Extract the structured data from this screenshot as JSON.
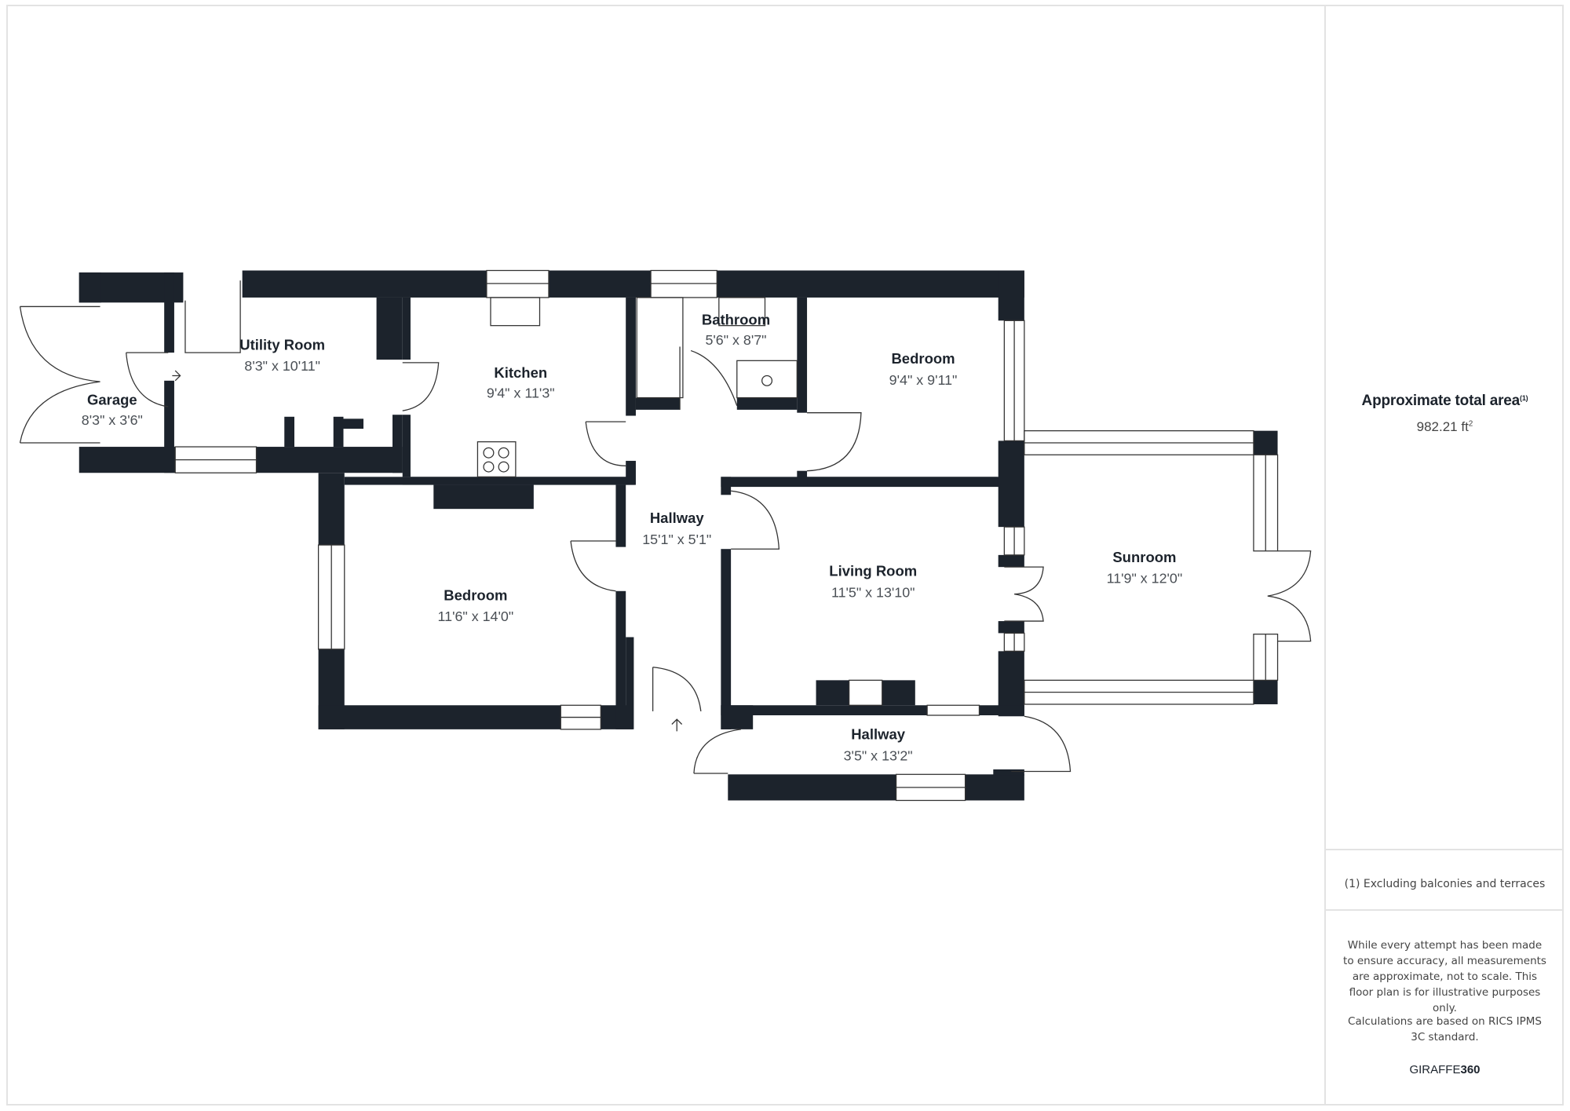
{
  "floorplan": {
    "rooms": [
      {
        "id": "garage",
        "name": "Garage",
        "dims": "8'3\" x 3'6\""
      },
      {
        "id": "utility",
        "name": "Utility Room",
        "dims": "8'3\" x 10'11\""
      },
      {
        "id": "kitchen",
        "name": "Kitchen",
        "dims": "9'4\" x 11'3\""
      },
      {
        "id": "bathroom",
        "name": "Bathroom",
        "dims": "5'6\" x 8'7\""
      },
      {
        "id": "bedroom1",
        "name": "Bedroom",
        "dims": "9'4\" x 9'11\""
      },
      {
        "id": "bedroom2",
        "name": "Bedroom",
        "dims": "11'6\" x 14'0\""
      },
      {
        "id": "hallway1",
        "name": "Hallway",
        "dims": "15'1\" x 5'1\""
      },
      {
        "id": "living",
        "name": "Living Room",
        "dims": "11'5\" x 13'10\""
      },
      {
        "id": "sunroom",
        "name": "Sunroom",
        "dims": "11'9\" x 12'0\""
      },
      {
        "id": "hallway2",
        "name": "Hallway",
        "dims": "3'5\" x 13'2\""
      }
    ],
    "wall_color": "#1c232c"
  },
  "sidebar": {
    "area_title": "Approximate total area",
    "area_footnote_marker": "(1)",
    "area_value": "982.21 ft",
    "area_unit_exp": "2",
    "footnote": "(1) Excluding balconies and terraces",
    "disclaimer": "While every attempt has been made to ensure accuracy, all measurements are approximate, not to scale. This floor plan is for illustrative purposes only.",
    "calc_note": "Calculations are based on RICS IPMS 3C standard.",
    "brand_light": "GIRAFFE",
    "brand_bold": "360"
  }
}
